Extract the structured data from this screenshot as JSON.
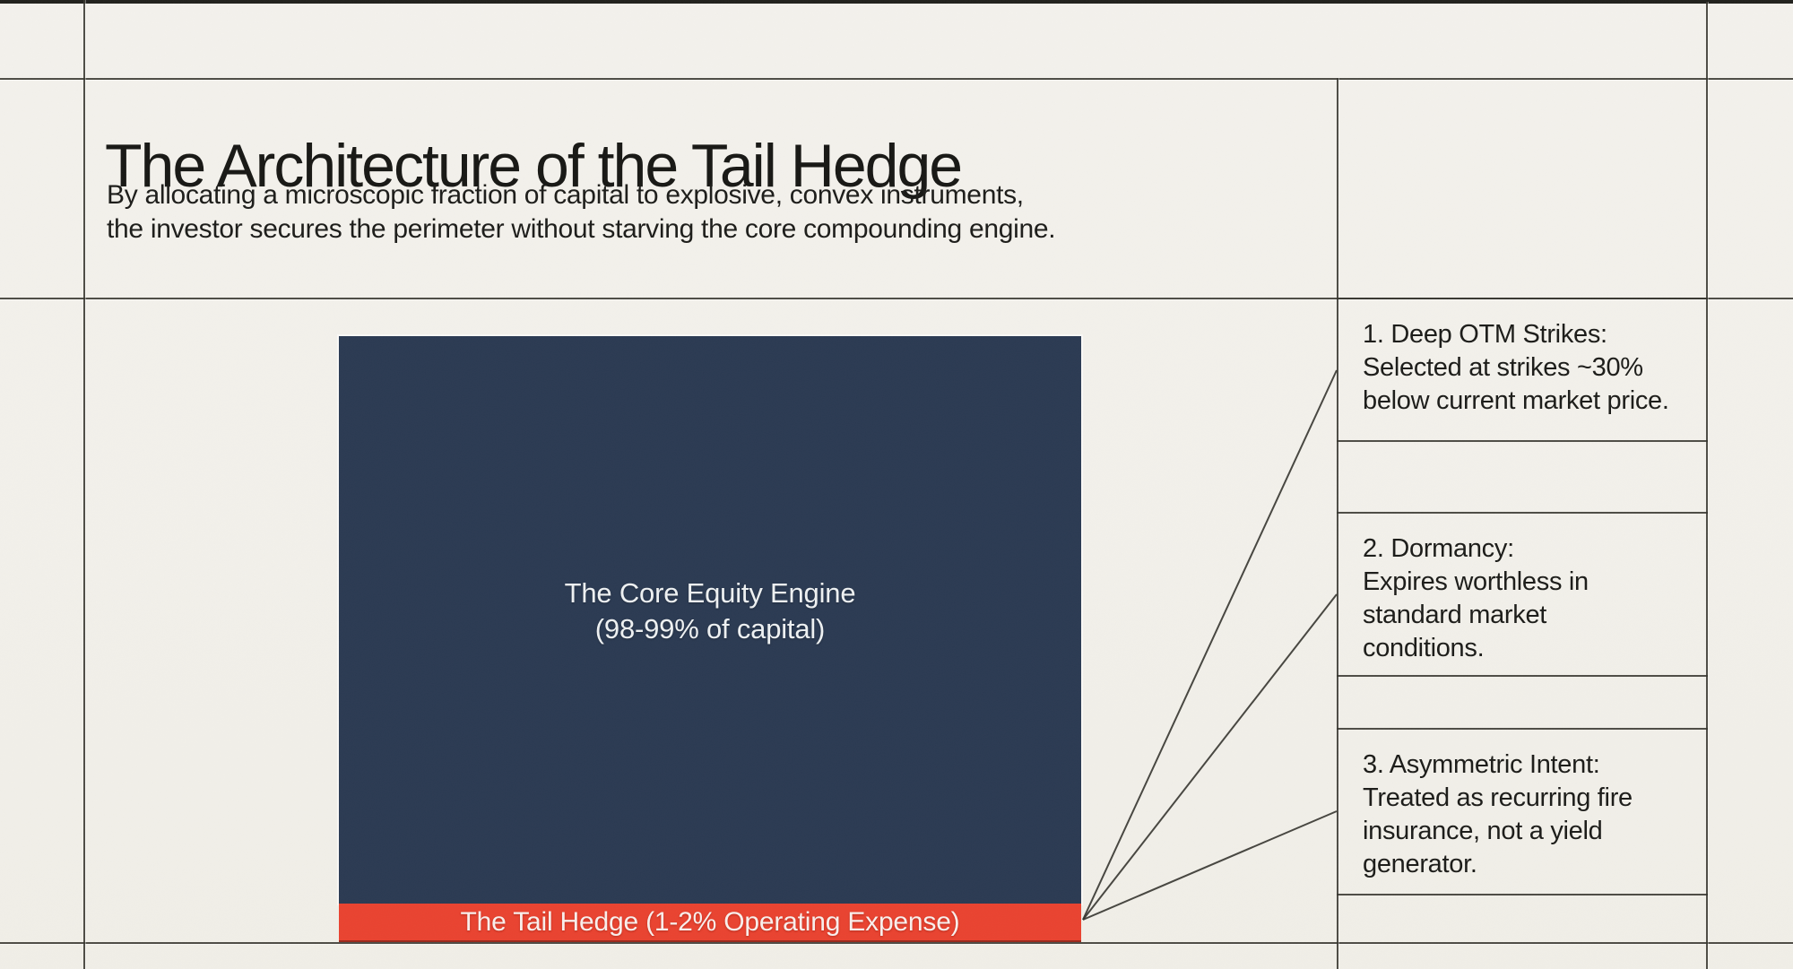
{
  "header": {
    "title": "The Architecture of the Tail Hedge",
    "subtitle_lines": [
      "By allocating a microscopic fraction of capital to explosive, convex instruments,",
      "the investor secures the perimeter without starving the core compounding engine."
    ]
  },
  "diagram": {
    "core_label_lines": [
      "The Core Equity Engine",
      "(98-99% of capital)"
    ],
    "hedge_label": "The Tail Hedge (1-2% Operating Expense)"
  },
  "annotations": [
    {
      "lines": [
        "1. Deep OTM Strikes:",
        "Selected at strikes ~30%",
        "below current market price."
      ]
    },
    {
      "lines": [
        "2. Dormancy:",
        "Expires worthless in",
        "standard market",
        "conditions."
      ]
    },
    {
      "lines": [
        "3. Asymmetric Intent:",
        "Treated as recurring fire",
        "insurance, not a yield",
        "generator."
      ]
    }
  ],
  "colors": {
    "background": "#f2f0ea",
    "grid_line": "#37362f",
    "core_block": "#2b3a52",
    "hedge_strip": "#e94330",
    "heading_text": "#181815",
    "body_text": "#1c1c19",
    "core_label_text": "#eef1f2",
    "hedge_label_text": "#f9efec"
  }
}
